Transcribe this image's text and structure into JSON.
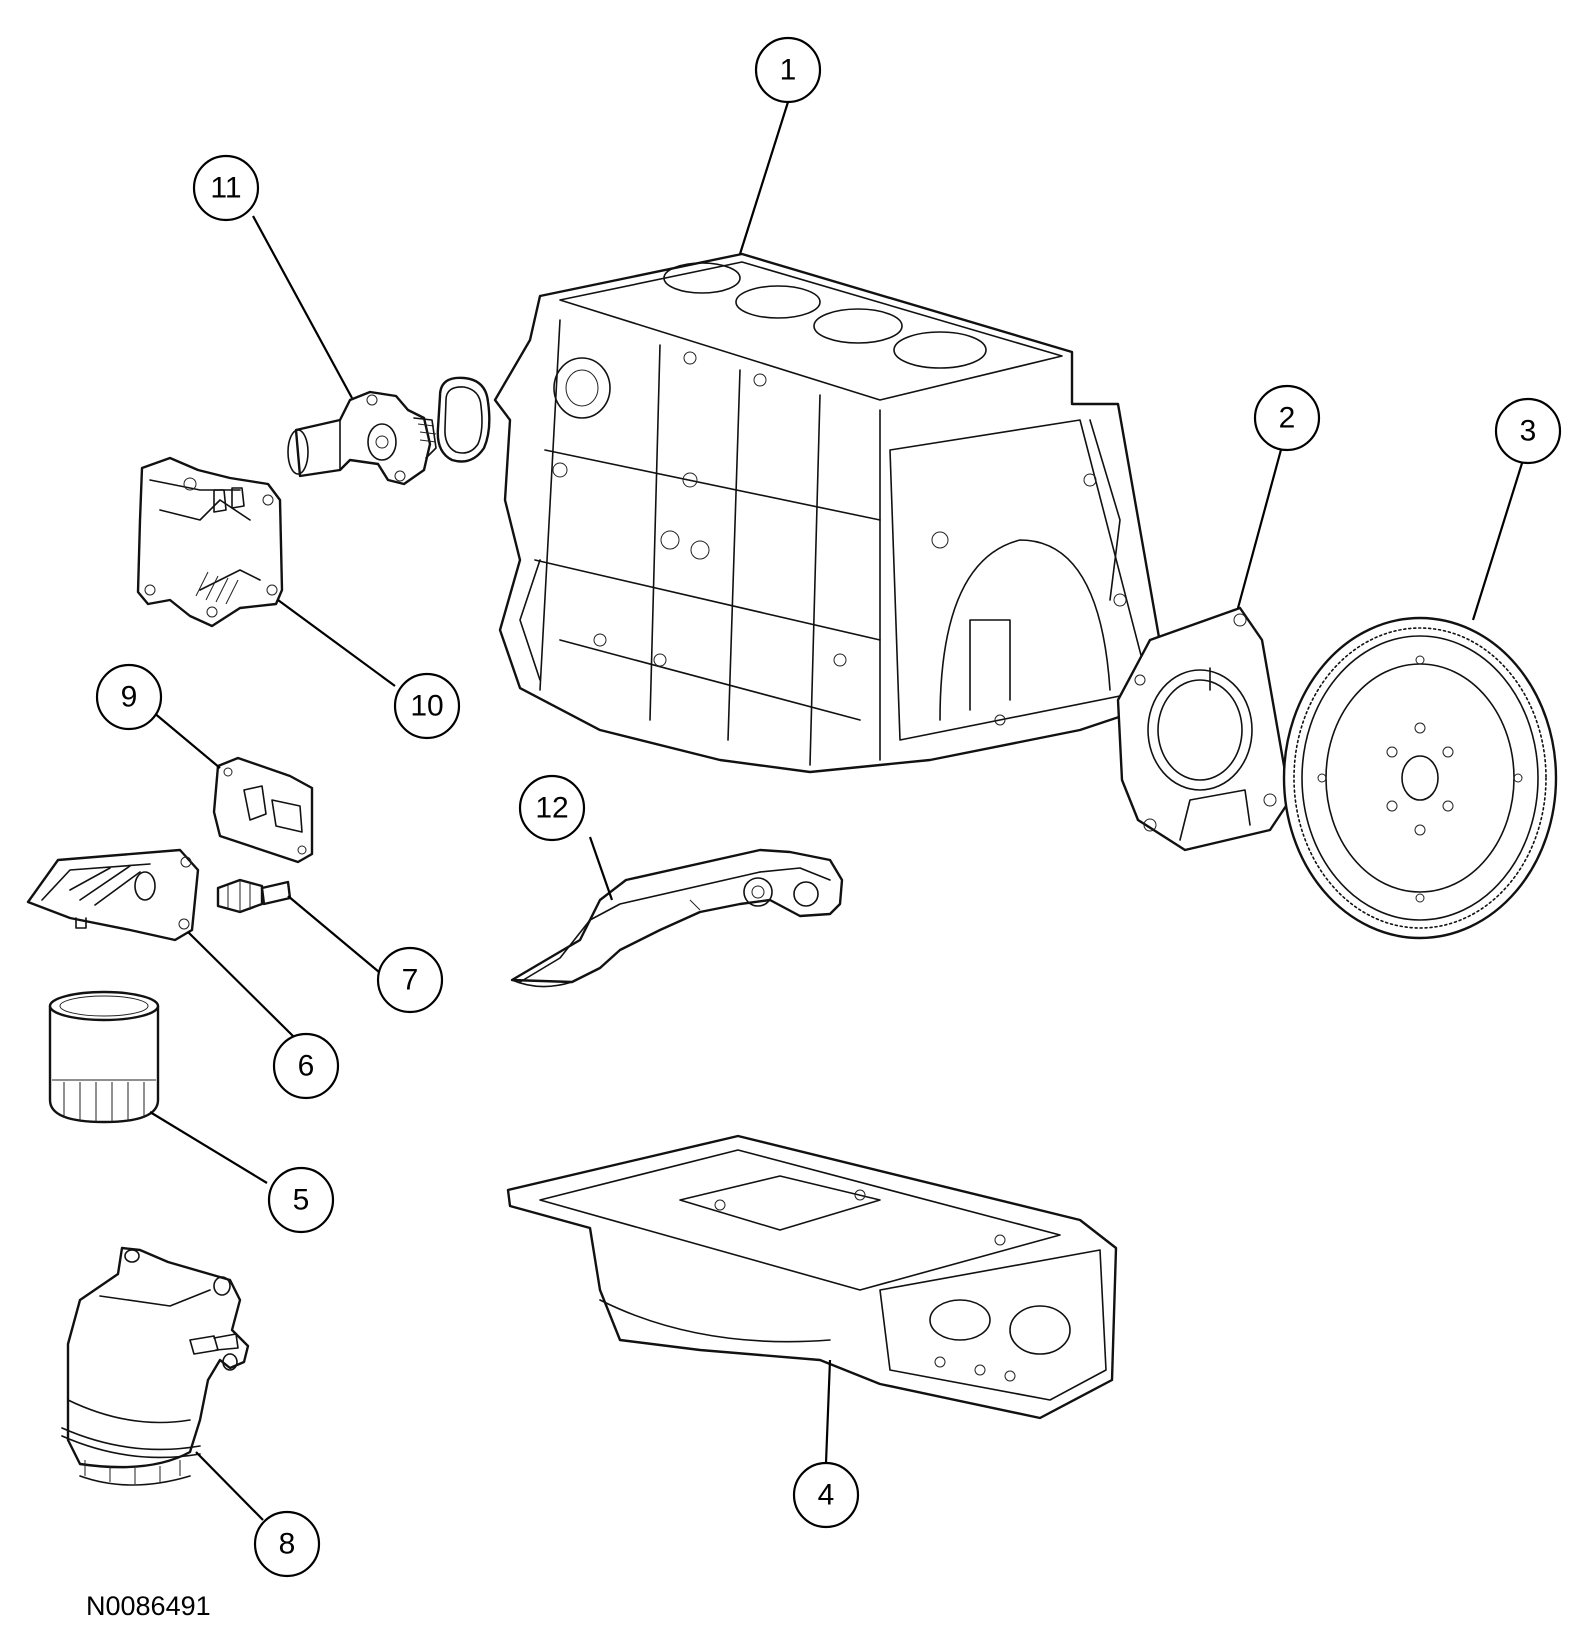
{
  "figure_code": "N0086491",
  "callouts": [
    {
      "id": "1",
      "label": "1"
    },
    {
      "id": "2",
      "label": "2"
    },
    {
      "id": "3",
      "label": "3"
    },
    {
      "id": "4",
      "label": "4"
    },
    {
      "id": "5",
      "label": "5"
    },
    {
      "id": "6",
      "label": "6"
    },
    {
      "id": "7",
      "label": "7"
    },
    {
      "id": "8",
      "label": "8"
    },
    {
      "id": "9",
      "label": "9"
    },
    {
      "id": "10",
      "label": "10"
    },
    {
      "id": "11",
      "label": "11"
    },
    {
      "id": "12",
      "label": "12"
    }
  ]
}
